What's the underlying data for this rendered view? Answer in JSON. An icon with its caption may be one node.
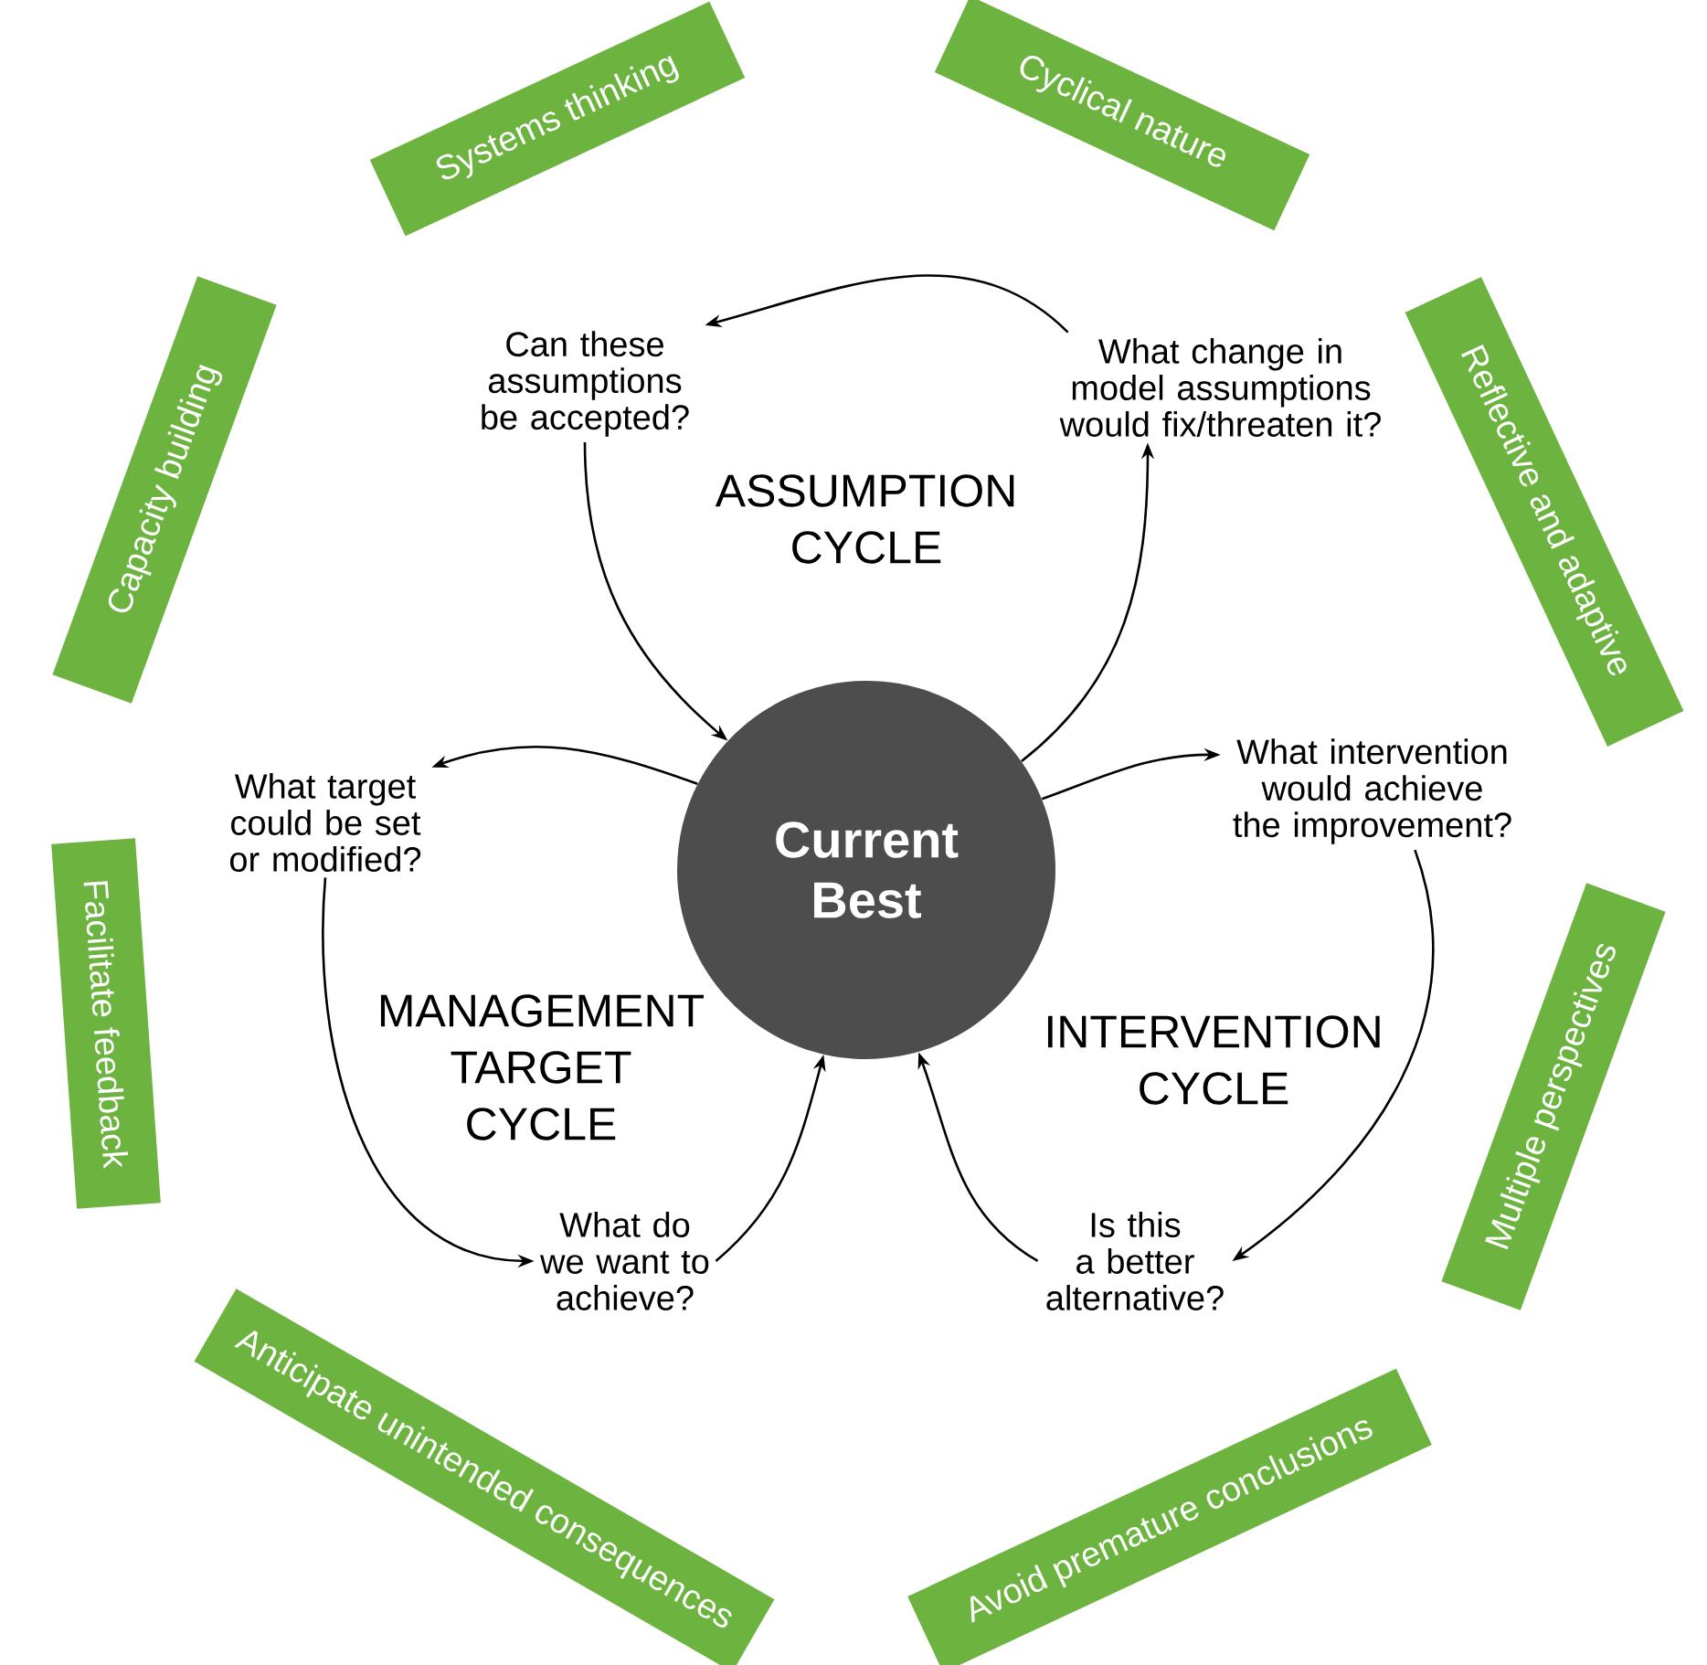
{
  "diagram": {
    "nodes": [
      {
        "text": [
          "Current Best"
        ]
      },
      {
        "text": [
          "Can these assumptions be accepted?"
        ]
      },
      {
        "text": [
          "What change in model assumptions would fix/threaten it?"
        ]
      },
      {
        "text": [
          "What intervention would achieve the improvement?"
        ]
      },
      {
        "text": [
          "Is this a better alternative?"
        ]
      },
      {
        "text": [
          "What do we want to achieve?"
        ]
      },
      {
        "text": [
          "What target could be set or modified?"
        ]
      },
      {
        "text": [
          "Systems thinking"
        ]
      },
      {
        "text": [
          "Cyclical nature"
        ]
      },
      {
        "text": [
          "Reflective and adaptive"
        ]
      },
      {
        "text": [
          "Multiple perspectives"
        ]
      },
      {
        "text": [
          "Avoid premature conclusions"
        ]
      },
      {
        "text": [
          "Anticipate unintended consequences"
        ]
      },
      {
        "text": [
          "Facilitate feedback"
        ]
      },
      {
        "text": [
          "Capacity building"
        ]
      }
    ],
    "edges": [
      {
        "from": 2,
        "to": 1,
        "arrow": "to"
      },
      {
        "from": 1,
        "to": 0,
        "arrow": "to"
      },
      {
        "from": 0,
        "to": 2,
        "arrow": "to"
      },
      {
        "from": 0,
        "to": 3,
        "arrow": "to"
      },
      {
        "from": 3,
        "to": 4,
        "arrow": "to"
      },
      {
        "from": 4,
        "to": 0,
        "arrow": "to"
      },
      {
        "from": 0,
        "to": 6,
        "arrow": "to"
      },
      {
        "from": 6,
        "to": 5,
        "arrow": "to"
      },
      {
        "from": 5,
        "to": 0,
        "arrow": "to"
      }
    ],
    "labels": [
      "ASSUMPTION CYCLE",
      "MANAGEMENT TARGET CYCLE",
      "INTERVENTION CYCLE"
    ]
  }
}
